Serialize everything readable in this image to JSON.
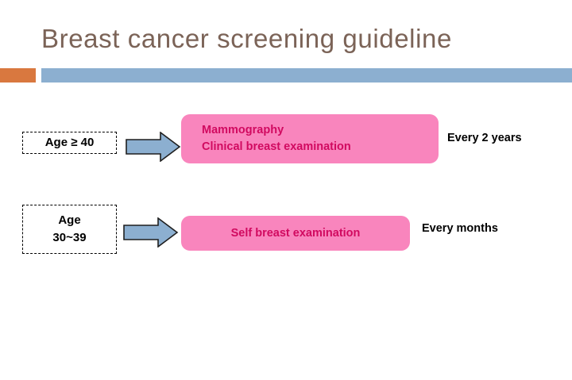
{
  "slide": {
    "title": "Breast cancer screening guideline",
    "theme": {
      "title_color": "#7b6357",
      "accent_orange": "#d9783f",
      "accent_blue": "#8cafd0",
      "box_pink_fill": "#f985bd",
      "box_pink_text": "#d10a60",
      "arrow_fill": "#8cafd0",
      "arrow_stroke": "#1f1f1f"
    }
  },
  "rows": [
    {
      "age_label_lines": [
        "Age ≥ 40"
      ],
      "arrow": "right-arrow-icon",
      "action_lines": [
        "Mammography",
        "Clinical breast examination"
      ],
      "frequency": "Every 2 years"
    },
    {
      "age_label_lines": [
        "Age",
        "30~39"
      ],
      "arrow": "right-arrow-icon",
      "action_lines": [
        "Self breast examination"
      ],
      "frequency": "Every months"
    }
  ]
}
